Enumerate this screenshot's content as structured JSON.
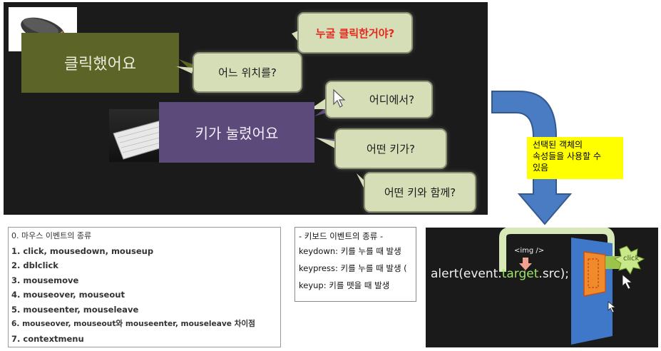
{
  "slide_top": {
    "click_box": "클릭했어요",
    "key_box": "키가 눌렸어요",
    "bubbles": {
      "who": "누굴 클릭한거야?",
      "where_position": "어느 위치를?",
      "where_from": "어디에서?",
      "which_key": "어떤 키가?",
      "with_which_key": "어떤 키와 함께?"
    },
    "icons": [
      "mouse-photo",
      "keyboard-photo",
      "cursor-arrow-icon"
    ]
  },
  "note": {
    "lines": [
      "선택된 객체의",
      "속성들을 사용할 수",
      "있음"
    ],
    "background": "#ffff00"
  },
  "mouse_events": {
    "items": [
      "0. 마우스 이벤트의 종류",
      "1. click, mousedown, mouseup",
      "2. dblclick",
      "3. mousemove",
      "4. mouseover, mouseout",
      "5. mouseenter, mouseleave",
      "6. mouseover, mouseout와 mouseenter, mouseleave 차이점",
      "7. contextmenu"
    ]
  },
  "key_events": {
    "items": [
      "- 키보드 이벤트의 종류 -",
      "keydown: 키를 누를 때 발생",
      "keypress: 키를 누를 때 발생 (",
      "keyup: 키를 뗏을 때 발생"
    ]
  },
  "code_slide": {
    "img_tag": "<img />",
    "code_prefix": "alert(event.",
    "code_highlight": "target",
    "code_suffix": ".src);",
    "click_label": "click",
    "accent_color": "#9fe36a"
  }
}
